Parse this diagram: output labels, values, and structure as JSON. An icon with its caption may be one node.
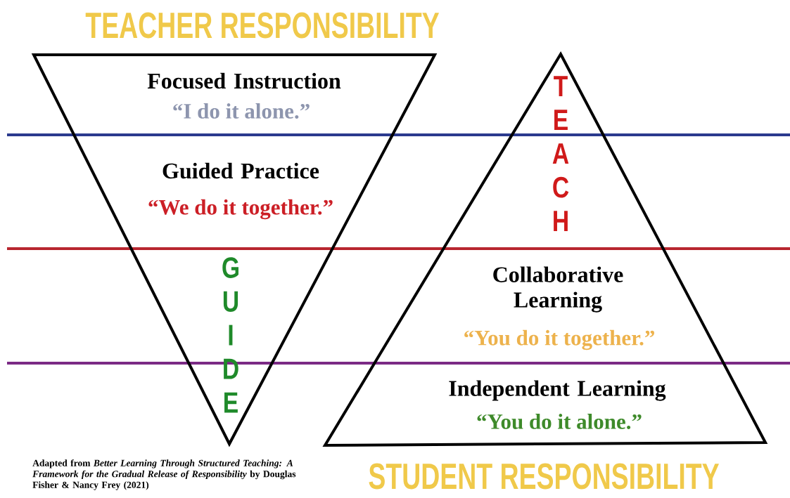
{
  "diagram": {
    "caption": "Adapted from *Better Learning Through Structured Teaching: A Framework for the Gradual Release of Responsibility* by Douglas Fisher & Nancy Frey (2021)",
    "nodes": [
      {
        "text": [
          "Focused Instruction",
          "“I do it alone.”",
          "Guided Practice",
          "“We do it together.”",
          "GUIDE"
        ]
      },
      {
        "text": [
          "TEACH",
          "Collaborative Learning",
          "“You do it together.”",
          "Independent Learning",
          "“You do it alone.”"
        ]
      }
    ],
    "labels": [
      "TEACHER RESPONSIBILITY",
      "STUDENT RESPONSIBILITY"
    ]
  }
}
